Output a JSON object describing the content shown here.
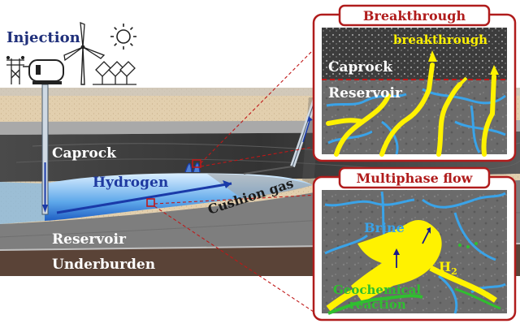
{
  "labels": {
    "injection": "Injection",
    "caprock": "Caprock",
    "hydrogen": "Hydrogen",
    "cushion_gas": "Cushion gas",
    "reservoir": "Reservoir",
    "underburden": "Underburden"
  },
  "panel_breakthrough": {
    "title": "Breakthrough",
    "breakthrough": "breakthrough",
    "caprock": "Caprock",
    "reservoir": "Reservoir"
  },
  "panel_multiphase": {
    "title": "Multiphase flow",
    "brine": "Brine",
    "h2": "H",
    "h2_sub": "2",
    "geochemical": "Geochemical",
    "reaction": "reaction"
  },
  "icons": [
    "sun-icon",
    "power-pylon-icon",
    "compressor-icon",
    "wind-turbine-icon",
    "solar-panel-icon"
  ],
  "colors": {
    "panel_border": "#b01c1c",
    "panel_title": "#b01c1c",
    "injection_text": "#1f2f7a",
    "hydrogen_text": "#1f3aa0",
    "gas": "#fff200",
    "brine": "#3aa3e8",
    "geochem": "#2fbf2f"
  }
}
